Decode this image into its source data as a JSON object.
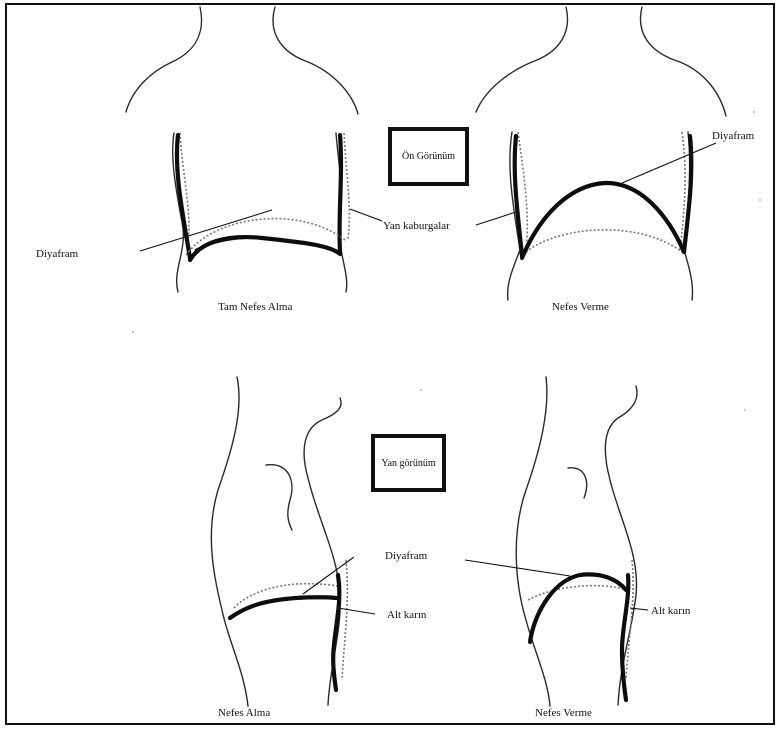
{
  "front_view": {
    "title": "Ön Görünüm",
    "labels": {
      "diaphragm_right": "Diyafram",
      "side_ribs": "Yan kaburgalar",
      "diaphragm_left": "Diyafram"
    },
    "captions": {
      "left": "Tam Nefes Alma",
      "right": "Nefes Verme"
    }
  },
  "side_view": {
    "title": "Yan görünüm",
    "labels": {
      "diaphragm": "Diyafram",
      "lower_abdomen_left": "Alt karın",
      "lower_abdomen_right": "Alt karın"
    },
    "captions": {
      "left": "Nefes Alma",
      "right": "Nefes Verme"
    }
  }
}
